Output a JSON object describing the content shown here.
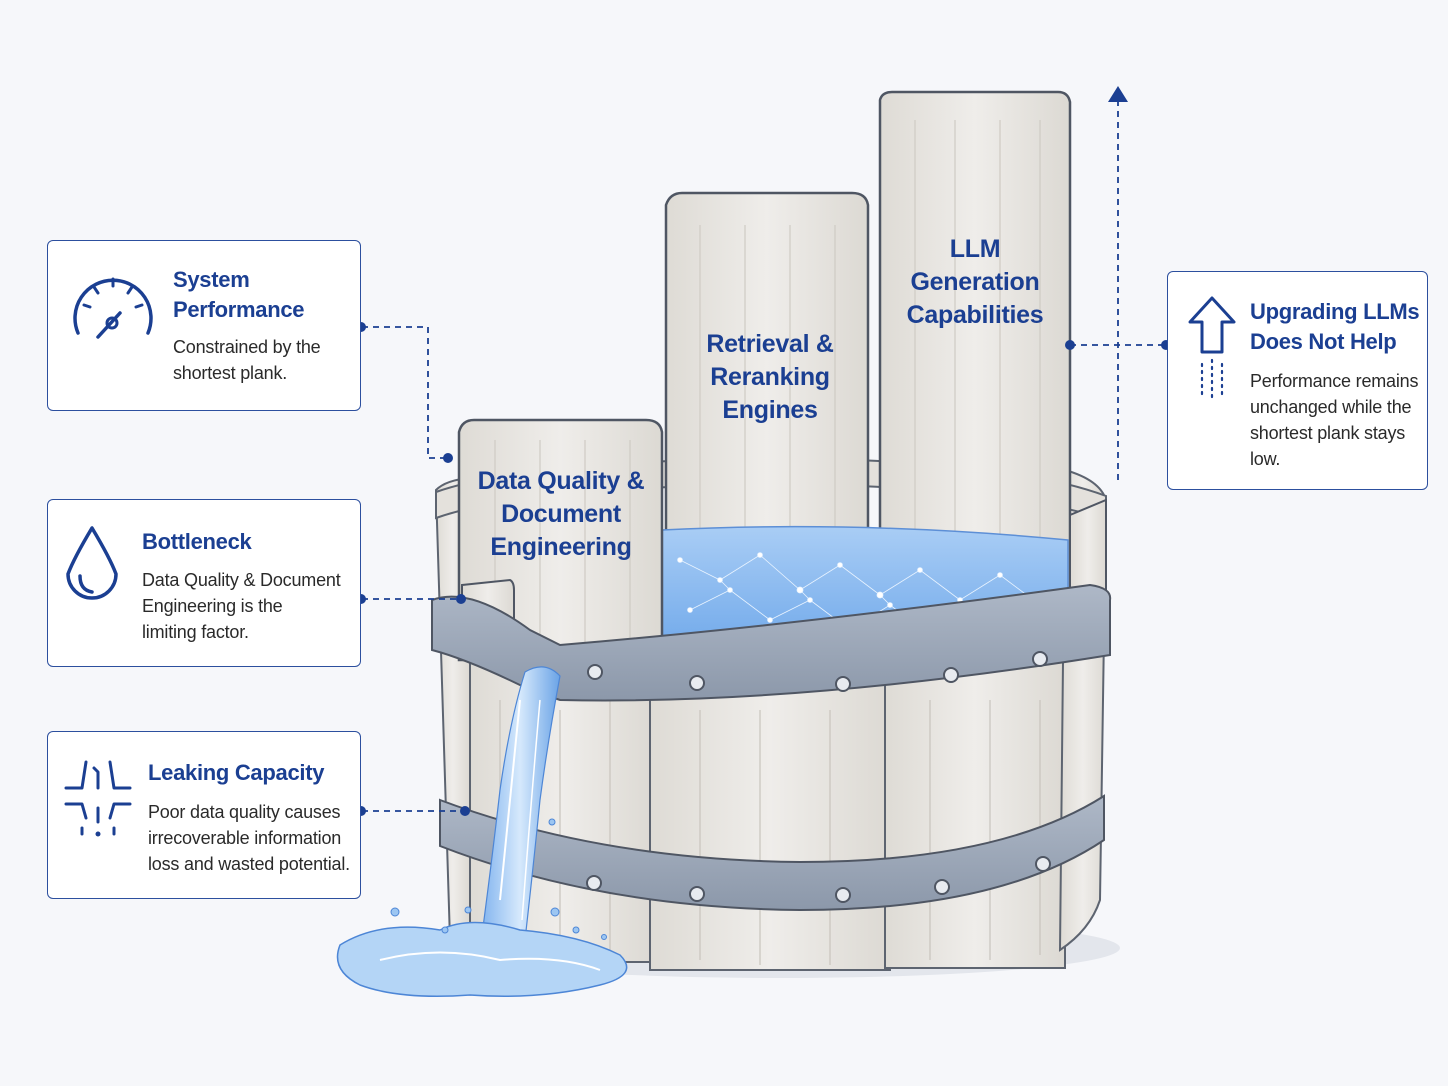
{
  "colors": {
    "accent": "#1b3f92",
    "wood": "#e9e7e3",
    "band": "#9ba7b8",
    "water": "#8fbdf0",
    "background": "#f6f7fa"
  },
  "planks": {
    "data_quality": "Data Quality & Document Engineering",
    "retrieval": "Retrieval & Reranking Engines",
    "llm": "LLM Generation Capabilities"
  },
  "plank_lines": {
    "data_quality": [
      "Data Quality &",
      "Document",
      "Engineering"
    ],
    "retrieval": [
      "Retrieval &",
      "Reranking",
      "Engines"
    ],
    "llm": [
      "LLM",
      "Generation",
      "Capabilities"
    ]
  },
  "cards": {
    "system_performance": {
      "icon": "gauge-icon",
      "title": "System Performance",
      "title_lines": [
        "System",
        "Performance"
      ],
      "desc_lines": [
        "Constrained by the",
        "shortest plank."
      ]
    },
    "bottleneck": {
      "icon": "water-drop-icon",
      "title": "Bottleneck",
      "desc_lines": [
        "Data Quality & Document",
        "Engineering is the",
        "limiting factor."
      ]
    },
    "leaking_capacity": {
      "icon": "leak-icon",
      "title": "Leaking Capacity",
      "desc_lines": [
        "Poor data quality causes",
        "irrecoverable information",
        "loss and wasted potential."
      ]
    },
    "upgrading_llms": {
      "icon": "up-arrow-icon",
      "title_lines": [
        "Upgrading LLMs",
        "Does Not Help"
      ],
      "desc_lines": [
        "Performance remains",
        "unchanged while the",
        "shortest plank stays",
        "low."
      ]
    }
  }
}
